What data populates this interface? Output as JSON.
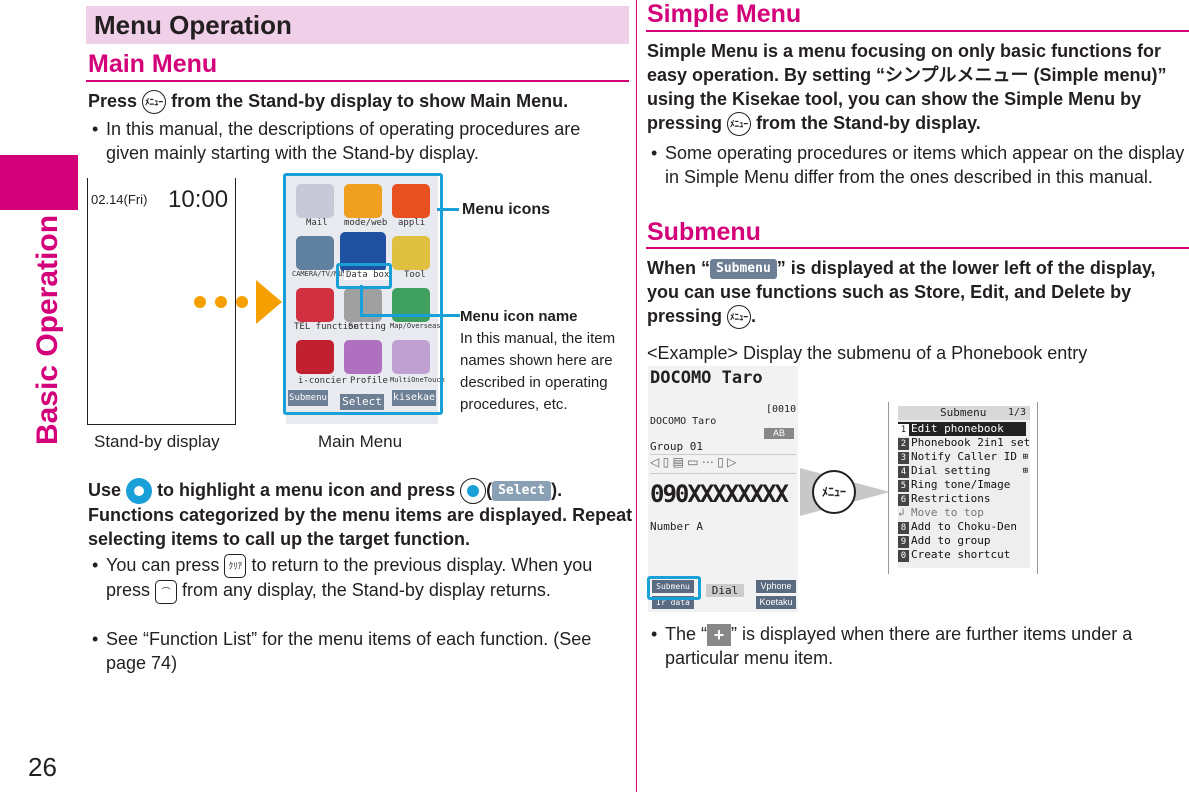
{
  "page_number": "26",
  "side_label": "Basic Operation",
  "left": {
    "banner": "Menu Operation",
    "main_menu_heading": "Main Menu",
    "press_text_1": "Press",
    "press_text_2": "from the Stand-by display to show Main Menu.",
    "bullet_1": "In this manual, the descriptions of operating procedures are given mainly starting with the Stand-by display.",
    "standby": {
      "date": "02.14",
      "day": "Fri",
      "time": "10:00",
      "caption": "Stand-by display"
    },
    "mainmenu": {
      "caption": "Main Menu",
      "icons": [
        "Mail",
        "mode/web",
        "appli",
        "CAMERA/TV/MUSIC",
        "Data box",
        "Tool",
        "TEL function",
        "Setting",
        "Map/Overseas",
        "i-concier",
        "Profile",
        "MultiOneTouch"
      ],
      "softkeys": [
        "Submenu",
        "Select",
        "kisekae"
      ]
    },
    "callout_icons": "Menu icons",
    "callout_name_title": "Menu icon name",
    "callout_name_desc": "In this manual, the item names shown here are described in operating procedures, etc.",
    "use_text_1": "Use",
    "use_text_2": "to highlight a menu icon and press",
    "use_text_3": "(",
    "use_select": "Select",
    "use_text_4": ").",
    "use_text_5": "Functions categorized by the menu items are displayed. Repeat selecting items to call up the target function.",
    "bullet_2a": "You can press",
    "bullet_2b": "to return to the previous display. When you press",
    "bullet_2c": "from any display, the Stand-by display returns.",
    "bullet_3": "See “Function List” for the menu items of each function. (See page 74)",
    "key_menu": "ﾒﾆｭｰ",
    "key_clear": "ｸﾘｱ",
    "key_end": "⌒"
  },
  "right": {
    "simple_heading": "Simple Menu",
    "simple_text": "Simple Menu is a menu focusing on only basic functions for easy operation. By setting “シンプルメニュー (Simple menu)” using the Kisekae tool, you can show the Simple Menu by pressing",
    "simple_text_2": "from the Stand-by display.",
    "simple_bullet": "Some operating procedures or items which appear on the display in Simple Menu differ from the ones described in this manual.",
    "submenu_heading": "Submenu",
    "submenu_text_1": "When “",
    "submenu_softkey": "Submenu",
    "submenu_text_2": "” is displayed at the lower left of the display, you can use functions such as Store, Edit, and Delete by pressing",
    "submenu_text_3": ".",
    "example_text": "<Example> Display the submenu of a Phonebook entry",
    "phonebook": {
      "name_big": "DOCOMO Taro",
      "index": "[0010]",
      "name_small": "DOCOMO Taro",
      "badge": "AB",
      "group": "Group 01",
      "number": "090XXXXXXXX",
      "number_label": "Number A",
      "softkeys": [
        "Submenu",
        "Dial",
        "Vphone",
        "Ir data",
        "Koetaku"
      ]
    },
    "submenu_panel": {
      "title": "Submenu",
      "page": "1/3",
      "items": [
        {
          "n": "1",
          "label": "Edit phonebook"
        },
        {
          "n": "2",
          "label": "Phonebook 2in1 set"
        },
        {
          "n": "3",
          "label": "Notify Caller ID"
        },
        {
          "n": "4",
          "label": "Dial setting"
        },
        {
          "n": "5",
          "label": "Ring tone/Image"
        },
        {
          "n": "6",
          "label": "Restrictions"
        },
        {
          "n": "",
          "label": "Move to top"
        },
        {
          "n": "8",
          "label": "Add to Choku-Den"
        },
        {
          "n": "9",
          "label": "Add to group"
        },
        {
          "n": "0",
          "label": "Create shortcut"
        }
      ]
    },
    "plus_bullet_1": "The “",
    "plus_bullet_2": "” is displayed when there are further items under a particular menu item."
  }
}
